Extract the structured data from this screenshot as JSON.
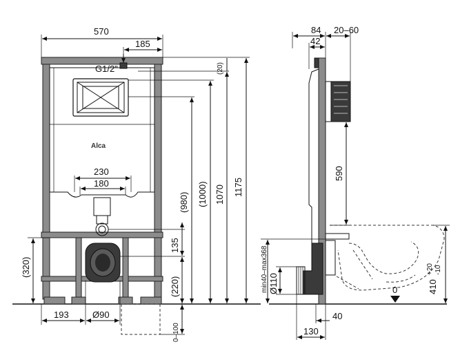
{
  "front_view": {
    "width_total": "570",
    "inlet_offset": "185",
    "inlet_thread": "G1/2\"",
    "top_offset": "(20)",
    "brand": "Alca",
    "outlet_spacing_outer": "230",
    "outlet_spacing_inner": "180",
    "height_980": "(980)",
    "height_1000": "(1000)",
    "height_1070": "1070",
    "height_1175": "1175",
    "height_135": "135",
    "height_220": "(220)",
    "height_320": "(320)",
    "floor_adjust": "0–100",
    "drain_offset": "193",
    "drain_diameter": "Ø90"
  },
  "side_view": {
    "depth_84": "84",
    "depth_42": "42",
    "depth_range": "20–60",
    "height_590": "590",
    "range_min_max": "min40–max368",
    "pipe_diameter": "Ø110",
    "depth_130": "130",
    "offset_40": "40",
    "zero_mark": "0",
    "height_410": "410",
    "tol_plus": "+20",
    "tol_minus": "-10"
  }
}
